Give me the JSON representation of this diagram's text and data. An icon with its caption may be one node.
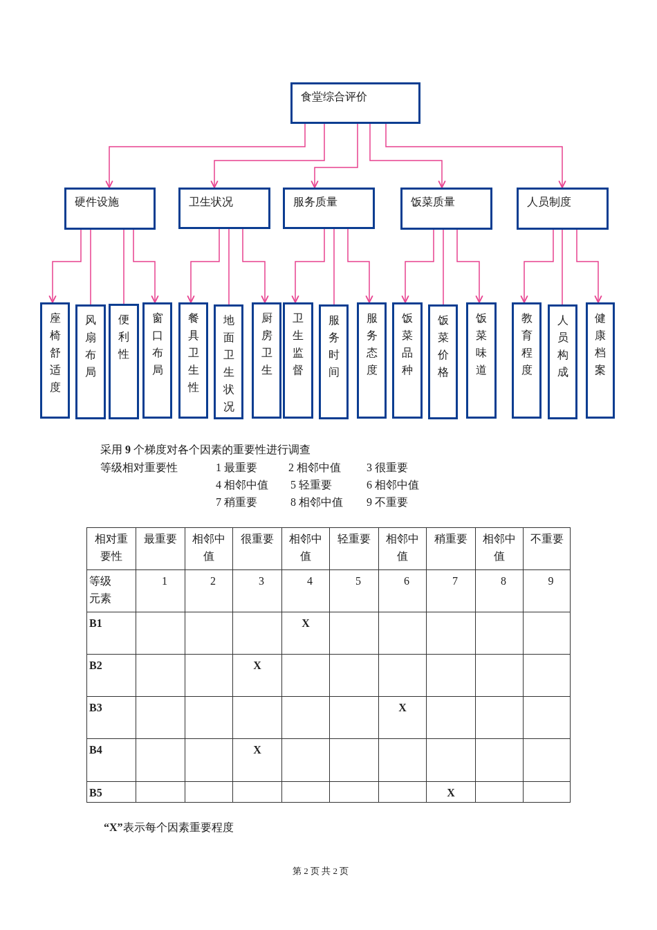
{
  "diagram": {
    "nodes": [
      {
        "text": [
          "食堂综合评价"
        ]
      },
      {
        "text": [
          "硬件设施"
        ]
      },
      {
        "text": [
          "卫生状况"
        ]
      },
      {
        "text": [
          "服务质量"
        ]
      },
      {
        "text": [
          "饭菜质量"
        ]
      },
      {
        "text": [
          "人员制度"
        ]
      },
      {
        "text": [
          "座椅舒适度"
        ]
      },
      {
        "text": [
          "风扇布局"
        ]
      },
      {
        "text": [
          "便利性"
        ]
      },
      {
        "text": [
          "窗口布局"
        ]
      },
      {
        "text": [
          "餐具卫生性"
        ]
      },
      {
        "text": [
          "地面卫生状况"
        ]
      },
      {
        "text": [
          "厨房卫生"
        ]
      },
      {
        "text": [
          "卫生监督"
        ]
      },
      {
        "text": [
          "服务时间"
        ]
      },
      {
        "text": [
          "服务态度"
        ]
      },
      {
        "text": [
          "饭菜品种"
        ]
      },
      {
        "text": [
          "饭菜价格"
        ]
      },
      {
        "text": [
          "饭菜味道"
        ]
      },
      {
        "text": [
          "教育程度"
        ]
      },
      {
        "text": [
          "人员构成"
        ]
      },
      {
        "text": [
          "健康档案"
        ]
      }
    ],
    "edges": [
      {
        "from": 0,
        "to": 1,
        "arrow": "to"
      },
      {
        "from": 0,
        "to": 2,
        "arrow": "to"
      },
      {
        "from": 0,
        "to": 3,
        "arrow": "to"
      },
      {
        "from": 0,
        "to": 4,
        "arrow": "to"
      },
      {
        "from": 0,
        "to": 5,
        "arrow": "to"
      },
      {
        "from": 1,
        "to": 6,
        "arrow": "to"
      },
      {
        "from": 1,
        "to": 7,
        "arrow": "none"
      },
      {
        "from": 1,
        "to": 8,
        "arrow": "none"
      },
      {
        "from": 1,
        "to": 9,
        "arrow": "to"
      },
      {
        "from": 2,
        "to": 10,
        "arrow": "to"
      },
      {
        "from": 2,
        "to": 11,
        "arrow": "none"
      },
      {
        "from": 2,
        "to": 12,
        "arrow": "to"
      },
      {
        "from": 3,
        "to": 13,
        "arrow": "to"
      },
      {
        "from": 3,
        "to": 14,
        "arrow": "none"
      },
      {
        "from": 3,
        "to": 15,
        "arrow": "to"
      },
      {
        "from": 4,
        "to": 16,
        "arrow": "to"
      },
      {
        "from": 4,
        "to": 17,
        "arrow": "none"
      },
      {
        "from": 4,
        "to": 18,
        "arrow": "to"
      },
      {
        "from": 5,
        "to": 19,
        "arrow": "to"
      },
      {
        "from": 5,
        "to": 20,
        "arrow": "none"
      },
      {
        "from": 5,
        "to": 21,
        "arrow": "to"
      }
    ],
    "labels": [
      "采用 **9** 个梯度对各个因素的重要性进行调查",
      "等级相对重要性",
      "1 最重要",
      "2 相邻中值",
      "3 很重要",
      "4 相邻中值",
      "5 轻重要",
      "6 相邻中值",
      "7 稍重要",
      "8 相邻中值",
      "9 不重要",
      "相对重要性",
      "最重要",
      "相邻中值",
      "很重要",
      "相邻中值",
      "轻重要",
      "相邻中值",
      "稍重要",
      "相邻中值",
      "不重要",
      "等级",
      "元素",
      "1",
      "2",
      "3",
      "4",
      "5",
      "6",
      "7",
      "8",
      "9",
      "B1",
      "X",
      "B2",
      "X",
      "B3",
      "X",
      "B4",
      "X",
      "B5",
      "X",
      "**“X”**表示每个因素重要程度",
      "第 2 页 共 2 页"
    ]
  }
}
